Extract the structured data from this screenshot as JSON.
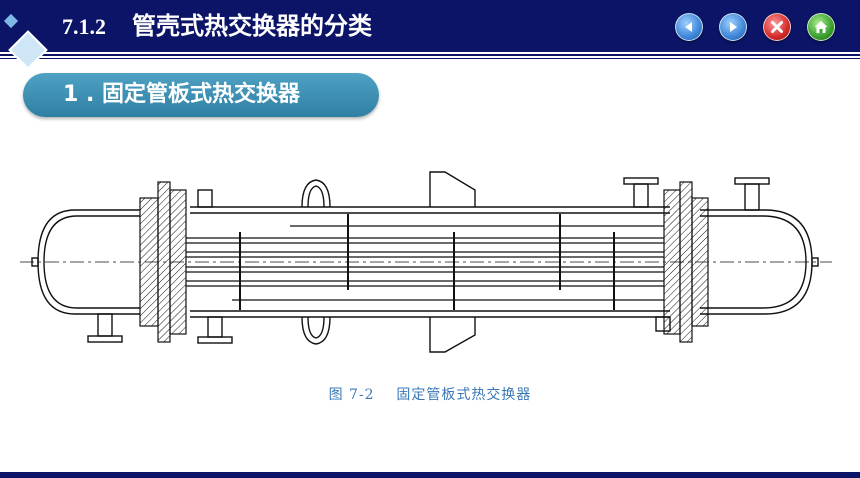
{
  "header": {
    "section_number": "7.1.2",
    "title": "管壳式热交换器的分类"
  },
  "nav_buttons": [
    {
      "icon": "back-arrow-icon",
      "color": "#3f86d8"
    },
    {
      "icon": "forward-arrow-icon",
      "color": "#3f86d8"
    },
    {
      "icon": "close-icon",
      "color": "#d42a2a"
    },
    {
      "icon": "home-icon",
      "color": "#3aa02f"
    }
  ],
  "section": {
    "label": "1 . 固定管板式热交换器"
  },
  "figure": {
    "number": "图 7-2",
    "caption": "固定管板式热交换器"
  },
  "colors": {
    "header_bg": "#0b1466",
    "pill_bg": "#3b8fb5",
    "caption": "#3a78b5"
  }
}
